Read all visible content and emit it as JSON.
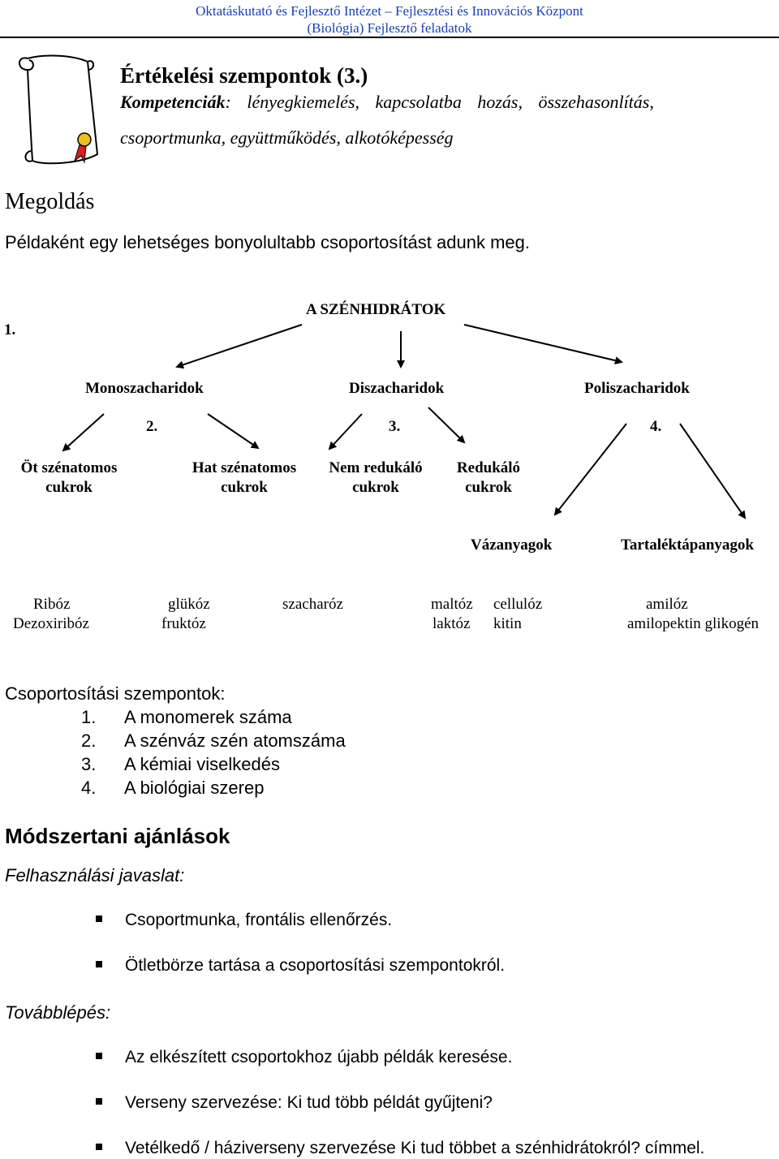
{
  "header": {
    "line1": "Oktatáskutató és Fejlesztő Intézet – Fejlesztési és Innovációs Központ",
    "line2": "(Biológia) Fejlesztő feladatok"
  },
  "intro": {
    "title": "Értékelési szempontok (3.)",
    "competencies_label": "Kompetenciák",
    "competencies_line1": ": lényegkiemelés, kapcsolatba hozás, összehasonlítás,",
    "competencies_line2": "csoportmunka, együttműködés, alkotóképesség"
  },
  "solution": {
    "heading": "Megoldás",
    "text": "Példaként egy lehetséges bonyolultabb csoportosítást adunk meg."
  },
  "diagram": {
    "marker1": "1.",
    "root": "A SZÉNHIDRÁTOK",
    "level1": [
      "Monoszacharidok",
      "Diszacharidok",
      "Poliszacharidok"
    ],
    "marker2": "2.",
    "marker3": "3.",
    "marker4": "4.",
    "level2": [
      {
        "line1": "Öt szénatomos",
        "line2": "cukrok"
      },
      {
        "line1": "Hat szénatomos",
        "line2": "cukrok"
      },
      {
        "line1": "Nem redukáló",
        "line2": "cukrok"
      },
      {
        "line1": "Redukáló",
        "line2": "cukrok"
      }
    ],
    "level3": [
      "Vázanyagok",
      "Tartaléktápanyagok"
    ],
    "examples": {
      "riboz": "Ribóz",
      "dezoxiriboz": "Dezoxiribóz",
      "glukoz": "glükóz",
      "fruktoz": "fruktóz",
      "szacharoz": "szacharóz",
      "maltoz": "maltóz",
      "laktoz": "laktóz",
      "cellulóz": "cellulóz",
      "kitin": "kitin",
      "amiloz": "amilóz",
      "amilopektin": "amilopektin glikogén"
    }
  },
  "criteria": {
    "heading": "Csoportosítási szempontok:",
    "items": [
      {
        "num": "1.",
        "text": "A monomerek száma"
      },
      {
        "num": "2.",
        "text": "A szénváz szén atomszáma"
      },
      {
        "num": "3.",
        "text": "A kémiai viselkedés"
      },
      {
        "num": "4.",
        "text": "A biológiai szerep"
      }
    ]
  },
  "methods": {
    "heading": "Módszertani ajánlások",
    "usage_label": "Felhasználási javaslat:",
    "usage_items": [
      "Csoportmunka, frontális ellenőrzés.",
      "Ötletbörze tartása a csoportosítási szempontokról."
    ],
    "next_label": "Továbblépés:",
    "next_items": [
      "Az elkészített csoportokhoz újabb példák keresése.",
      "Verseny szervezése: Ki tud több példát gyűjteni?",
      "Vetélkedő / háziverseny szervezése Ki tud többet a szénhidrátokról? címmel."
    ]
  },
  "colors": {
    "header_text": "#1a3fb0",
    "scroll_ribbon": "#d42020",
    "scroll_seal": "#e8c020"
  },
  "icons": [
    "scroll-icon"
  ]
}
